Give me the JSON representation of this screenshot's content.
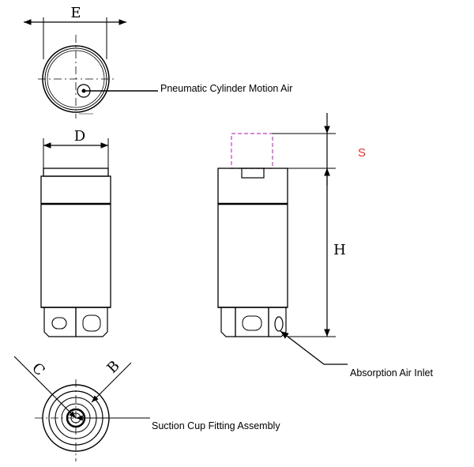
{
  "dimensions": {
    "E": "E",
    "D": "D",
    "S": "S",
    "H": "H",
    "B": "B",
    "C": "C"
  },
  "callouts": {
    "top_view": "Pneumatic Cylinder Motion Air",
    "side_view": "Absorption Air Inlet",
    "bottom_view": "Suction Cup Fitting Assembly"
  },
  "colors": {
    "line": "#000000",
    "stroke_pink": "#c040c0",
    "label_red": "#e03030"
  }
}
